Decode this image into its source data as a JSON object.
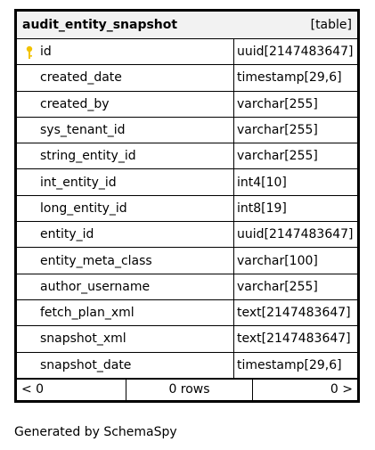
{
  "table": {
    "name": "audit_entity_snapshot",
    "kind": "[table]",
    "columns": [
      {
        "name": "id",
        "type": "uuid[2147483647]",
        "primary_key": true
      },
      {
        "name": "created_date",
        "type": "timestamp[29,6]"
      },
      {
        "name": "created_by",
        "type": "varchar[255]"
      },
      {
        "name": "sys_tenant_id",
        "type": "varchar[255]"
      },
      {
        "name": "string_entity_id",
        "type": "varchar[255]"
      },
      {
        "name": "int_entity_id",
        "type": "int4[10]"
      },
      {
        "name": "long_entity_id",
        "type": "int8[19]"
      },
      {
        "name": "entity_id",
        "type": "uuid[2147483647]"
      },
      {
        "name": "entity_meta_class",
        "type": "varchar[100]"
      },
      {
        "name": "author_username",
        "type": "varchar[255]"
      },
      {
        "name": "fetch_plan_xml",
        "type": "text[2147483647]"
      },
      {
        "name": "snapshot_xml",
        "type": "text[2147483647]"
      },
      {
        "name": "snapshot_date",
        "type": "timestamp[29,6]"
      }
    ],
    "footer": {
      "left": "< 0",
      "middle": "0 rows",
      "right": "0 >"
    }
  },
  "generated_by": "Generated by SchemaSpy",
  "colors": {
    "header_bg": "#f2f2f2",
    "key_icon": "#f2c200",
    "border": "#000000"
  },
  "icons": {
    "primary_key": "key-icon"
  }
}
